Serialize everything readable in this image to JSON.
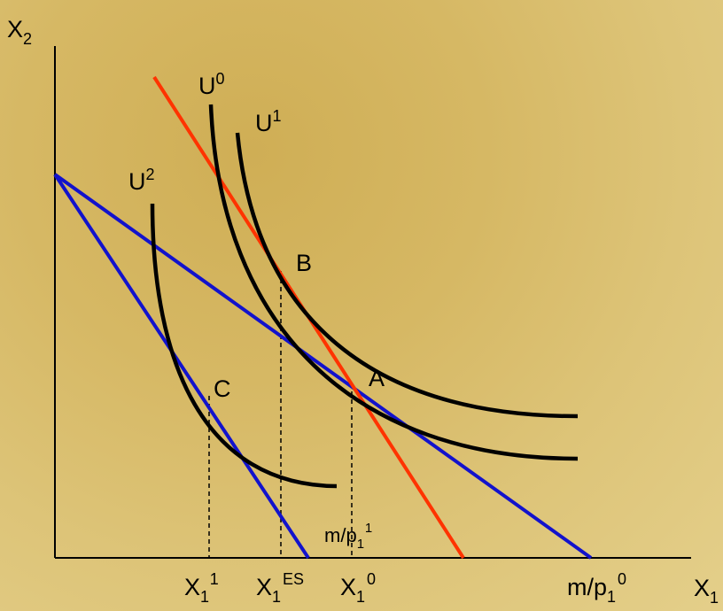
{
  "axes": {
    "y_label": "X",
    "y_sub": "2",
    "x_label": "X",
    "x_sub": "1"
  },
  "curves": {
    "u0_label": "U",
    "u0_sup": "0",
    "u1_label": "U",
    "u1_sup": "1",
    "u2_label": "U",
    "u2_sup": "2"
  },
  "points": {
    "a": "A",
    "b": "B",
    "c": "C"
  },
  "ticks": {
    "x1_1_base": "X",
    "x1_1_sub": "1",
    "x1_1_sup": "1",
    "x1_es_base": "X",
    "x1_es_sub": "1",
    "x1_es_sup": "ES",
    "x1_0_base": "X",
    "x1_0_sub": "1",
    "x1_0_sup": "0",
    "m_p0_base": "m/p",
    "m_p0_sub": "1",
    "m_p0_sup": "0",
    "m_p1_base": "m/p",
    "m_p1_sub": "1",
    "m_p1_sup": "1"
  },
  "colors": {
    "budget_lines": "#1212cc",
    "compensated_line": "#ff3300",
    "indifference_curves": "#000000"
  }
}
